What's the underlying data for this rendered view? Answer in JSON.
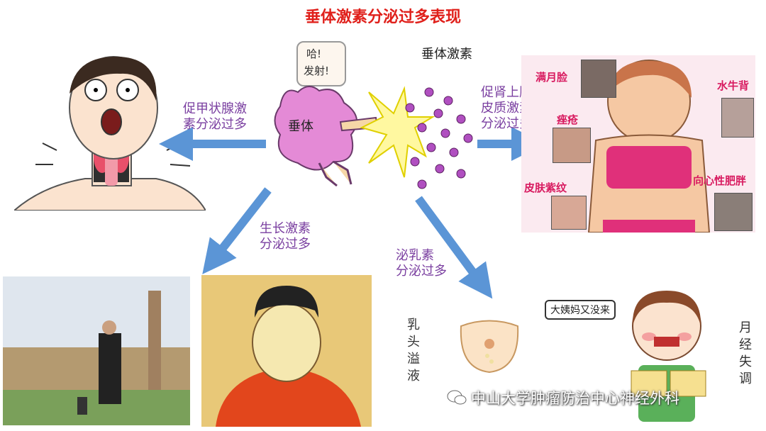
{
  "title": "垂体激素分泌过多表现",
  "center": {
    "speech_bubble": [
      "哈!",
      "发射!"
    ],
    "pituitary_label": "垂体",
    "hormone_label": "垂体激素"
  },
  "arrows": {
    "thyroid": [
      "促甲状腺激",
      "素分泌过多"
    ],
    "adrenal": [
      "促肾上腺",
      "皮质激素",
      "分泌过多"
    ],
    "growth": [
      "生长激素",
      "分泌过多"
    ],
    "prolactin": [
      "泌乳素",
      "分泌过多"
    ]
  },
  "cushing": {
    "moon_face": "满月脸",
    "acne": "痤疮",
    "striae": "皮肤紫纹",
    "buffalo_hump": "水牛背",
    "central_obesity": "向心性肥胖"
  },
  "prolactin_panel": {
    "nipple_discharge": [
      "乳",
      "头",
      "溢",
      "液"
    ],
    "speech": "大姨妈又没来",
    "amenorrhea": [
      "月",
      "经",
      "失",
      "调"
    ]
  },
  "watermark": "中山大学肿瘤防治中心神经外科",
  "colors": {
    "title": "#e0201b",
    "label": "#7a3fa0",
    "arrow": "#5b95d6",
    "accent": "#d81b60"
  }
}
